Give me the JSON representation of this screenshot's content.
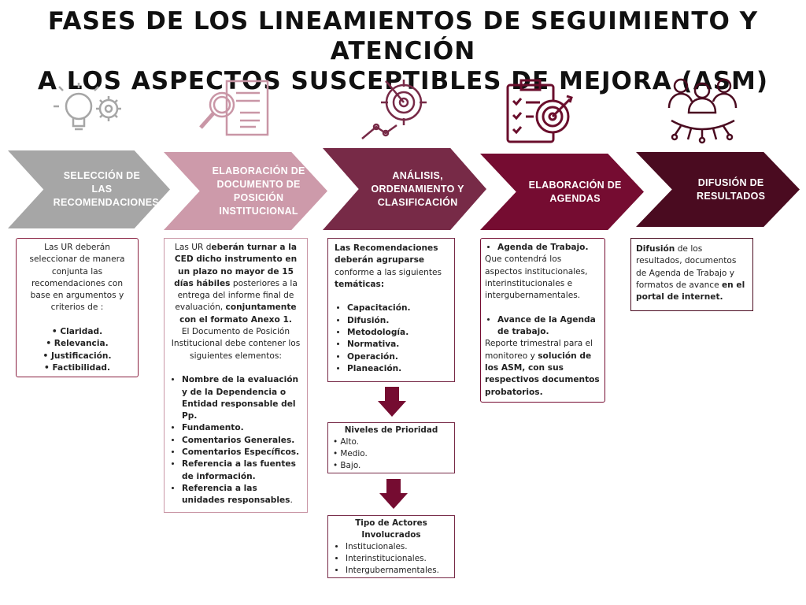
{
  "title": {
    "line1": "FASES DE LOS LINEAMIENTOS DE SEGUIMIENTO Y ATENCIÓN",
    "line2": "A LOS ASPECTOS SUSCEPTIBLES DE MEJORA (ASM)"
  },
  "colors": {
    "gray": "#a6a6a6",
    "pink": "#cd9aaa",
    "plum": "#772a47",
    "wine": "#750c31",
    "dark": "#4a0b20"
  },
  "phases": [
    {
      "label": "SELECCIÓN DE LAS RECOMENDACIONES",
      "icon": "lightbulb-gear-icon"
    },
    {
      "label": "ELABORACIÓN DE DOCUMENTO DE POSICIÓN INSTITUCIONAL",
      "icon": "document-magnifier-icon"
    },
    {
      "label": "ANÁLISIS, ORDENAMIENTO Y CLASIFICACIÓN",
      "icon": "target-chart-icon"
    },
    {
      "label": "ELABORACIÓN DE AGENDAS",
      "icon": "clipboard-target-icon"
    },
    {
      "label": "DIFUSIÓN DE RESULTADOS",
      "icon": "people-network-icon"
    }
  ],
  "box1": {
    "intro": "Las UR deberán seleccionar de manera conjunta las recomendaciones con base en argumentos y criterios de :",
    "criteria": [
      "• Claridad.",
      "• Relevancia.",
      "• Justificación.",
      "• Factibilidad."
    ]
  },
  "box2": {
    "p1a": "Las UR d",
    "p1b": "eberán turnar a la CED dicho instrumento en un plazo no mayor de 15 días hábiles",
    "p1c": " posteriores a la entrega del informe final de evaluación, ",
    "p1d": "conjuntamente con el formato Anexo 1.",
    "p2": "El Documento de Posición Institucional debe contener los siguientes elementos:",
    "items": [
      "Nombre de la evaluación y de la Dependencia o Entidad responsable del Pp.",
      "Fundamento.",
      "Comentarios Generales.",
      "Comentarios Específicos.",
      "Referencia a las fuentes de información."
    ],
    "last_a": "Referencia a las unidades responsables",
    "last_b": "."
  },
  "box3": {
    "a": "Las Recomendaciones deberán agruparse",
    "b": " conforme a las siguientes ",
    "c": "temáticas:",
    "items": [
      "Capacitación.",
      "Difusión.",
      "Metodología.",
      "Normativa.",
      "Operación.",
      "Planeación."
    ]
  },
  "box4": {
    "title": "Niveles de Prioridad",
    "items": [
      "• Alto.",
      "• Medio.",
      "• Bajo."
    ]
  },
  "box5": {
    "title": "Tipo de Actores Involucrados",
    "items": [
      "Institucionales.",
      "Interinstitucionales.",
      "Intergubernamentales."
    ]
  },
  "box6": {
    "h1": "Agenda de Trabajo.",
    "t1": "Que contendrá los aspectos institucionales, interinstitucionales e intergubernamentales.",
    "h2": "Avance de la Agenda de trabajo.",
    "t2a": "Reporte trimestral para el monitoreo y ",
    "t2b": "solución de los ASM, con sus respectivos documentos probatorios."
  },
  "box7": {
    "a": "Difusión",
    "b": " de los resultados, documentos de Agenda de Trabajo y formatos de avance ",
    "c": "en el portal de internet."
  }
}
